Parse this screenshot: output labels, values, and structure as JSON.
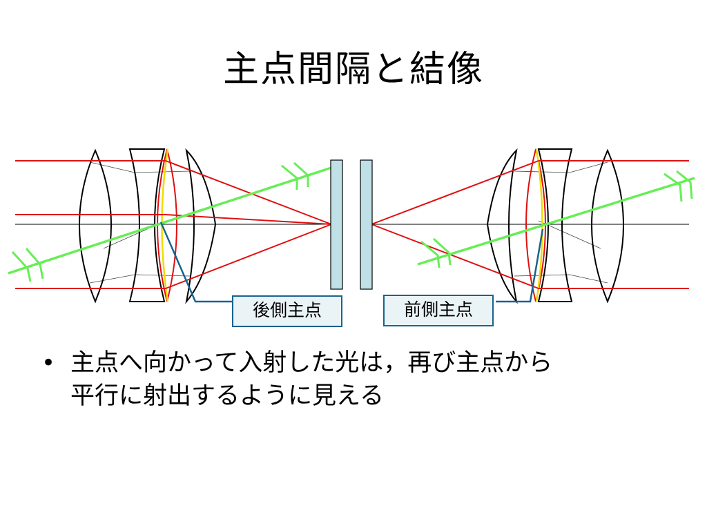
{
  "title": "主点間隔と結像",
  "labels": {
    "rear_principal_point": "後側主点",
    "front_principal_point": "前側主点"
  },
  "bullets": [
    {
      "marker": "•",
      "lines": [
        "主点へ向かって入射した光は，再び主点から",
        "平行に射出するように見える"
      ]
    }
  ],
  "colors": {
    "ray_red": "#e01010",
    "ray_green": "#66ee55",
    "principal_plane_yellow": "#eedd00",
    "leader_blue": "#17638f",
    "sensor_fill": "#bfe0e6"
  }
}
